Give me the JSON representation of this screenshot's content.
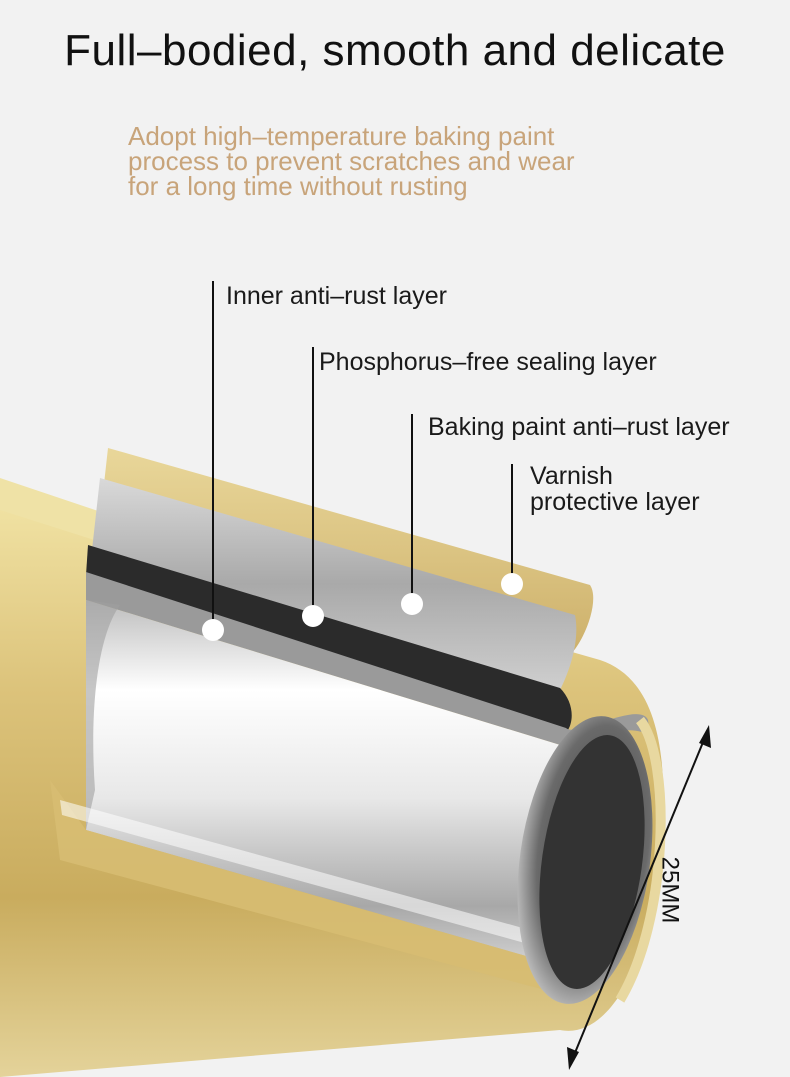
{
  "title": "Full–bodied, smooth and delicate",
  "description": [
    "Adopt high–temperature baking paint",
    "process to prevent scratches and wear",
    "for a long time without rusting"
  ],
  "layers": {
    "inner": "Inner anti–rust layer",
    "phosphorus": "Phosphorus–free sealing layer",
    "baking": "Baking paint anti–rust layer",
    "varnish_line1": "Varnish",
    "varnish_line2": "protective layer"
  },
  "dimension": "25MM",
  "colors": {
    "subtitle": "#c8a47a",
    "gold": "#d8c07a",
    "silver": "#b8b8b8",
    "black_layer": "#2b2b2b",
    "background": "#f2f2f2"
  }
}
